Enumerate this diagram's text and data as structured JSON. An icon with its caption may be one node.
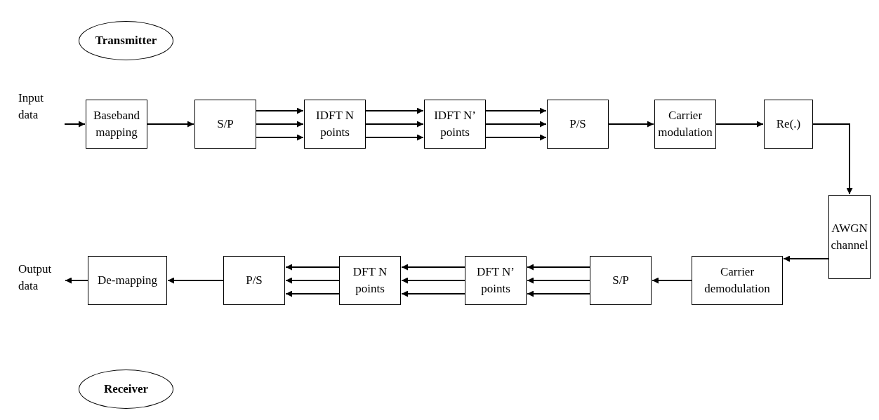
{
  "diagram": {
    "nodes": [
      {
        "text": [
          "Transmitter"
        ]
      },
      {
        "text": [
          "Input data"
        ]
      },
      {
        "text": [
          "Baseband mapping"
        ]
      },
      {
        "text": [
          "S/P"
        ]
      },
      {
        "text": [
          "IDFT N points"
        ]
      },
      {
        "text": [
          "IDFT N’ points"
        ]
      },
      {
        "text": [
          "P/S"
        ]
      },
      {
        "text": [
          "Carrier modulation"
        ]
      },
      {
        "text": [
          "Re(.)"
        ]
      },
      {
        "text": [
          "AWGN channel"
        ]
      },
      {
        "text": [
          "Carrier demodulation"
        ]
      },
      {
        "text": [
          "S/P"
        ]
      },
      {
        "text": [
          "DFT N’ points"
        ]
      },
      {
        "text": [
          "DFT N points"
        ]
      },
      {
        "text": [
          "P/S"
        ]
      },
      {
        "text": [
          "De-mapping"
        ]
      },
      {
        "text": [
          "Output data"
        ]
      },
      {
        "text": [
          "Receiver"
        ]
      }
    ],
    "edges": [
      {
        "from": 1,
        "to": 2,
        "arrow": "to"
      },
      {
        "from": 2,
        "to": 3,
        "arrow": "to"
      },
      {
        "from": 3,
        "to": 4,
        "arrow": "to"
      },
      {
        "from": 3,
        "to": 4,
        "arrow": "to"
      },
      {
        "from": 3,
        "to": 4,
        "arrow": "to"
      },
      {
        "from": 4,
        "to": 5,
        "arrow": "to"
      },
      {
        "from": 4,
        "to": 5,
        "arrow": "to"
      },
      {
        "from": 4,
        "to": 5,
        "arrow": "to"
      },
      {
        "from": 5,
        "to": 6,
        "arrow": "to"
      },
      {
        "from": 5,
        "to": 6,
        "arrow": "to"
      },
      {
        "from": 5,
        "to": 6,
        "arrow": "to"
      },
      {
        "from": 6,
        "to": 7,
        "arrow": "to"
      },
      {
        "from": 7,
        "to": 8,
        "arrow": "to"
      },
      {
        "from": 8,
        "to": 9,
        "arrow": "to"
      },
      {
        "from": 9,
        "to": 10,
        "arrow": "to"
      },
      {
        "from": 10,
        "to": 11,
        "arrow": "to"
      },
      {
        "from": 11,
        "to": 12,
        "arrow": "to"
      },
      {
        "from": 11,
        "to": 12,
        "arrow": "to"
      },
      {
        "from": 11,
        "to": 12,
        "arrow": "to"
      },
      {
        "from": 12,
        "to": 13,
        "arrow": "to"
      },
      {
        "from": 12,
        "to": 13,
        "arrow": "to"
      },
      {
        "from": 12,
        "to": 13,
        "arrow": "to"
      },
      {
        "from": 13,
        "to": 14,
        "arrow": "to"
      },
      {
        "from": 13,
        "to": 14,
        "arrow": "to"
      },
      {
        "from": 13,
        "to": 14,
        "arrow": "to"
      },
      {
        "from": 14,
        "to": 15,
        "arrow": "to"
      },
      {
        "from": 15,
        "to": 16,
        "arrow": "to"
      }
    ]
  }
}
